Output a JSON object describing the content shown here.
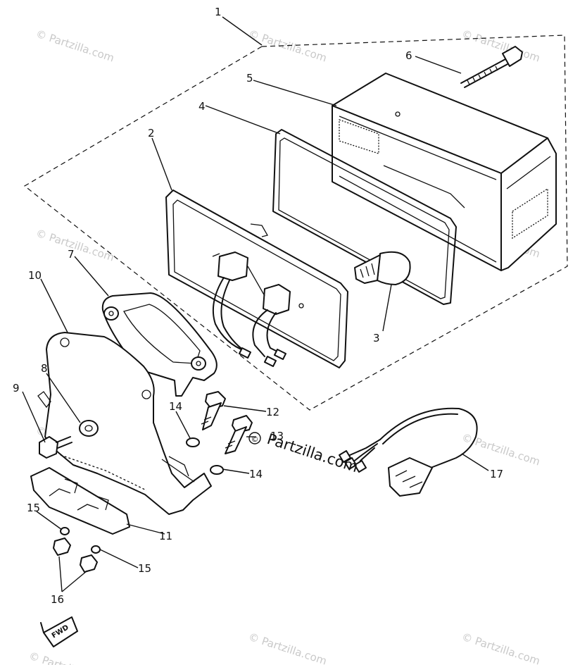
{
  "diagram": {
    "callouts": [
      {
        "id": "1",
        "label": "1"
      },
      {
        "id": "2",
        "label": "2"
      },
      {
        "id": "3",
        "label": "3"
      },
      {
        "id": "4",
        "label": "4"
      },
      {
        "id": "5",
        "label": "5"
      },
      {
        "id": "6",
        "label": "6"
      },
      {
        "id": "7",
        "label": "7"
      },
      {
        "id": "8",
        "label": "8"
      },
      {
        "id": "9",
        "label": "9"
      },
      {
        "id": "10",
        "label": "10"
      },
      {
        "id": "11",
        "label": "11"
      },
      {
        "id": "12",
        "label": "12"
      },
      {
        "id": "13",
        "label": "13"
      },
      {
        "id": "14a",
        "label": "14"
      },
      {
        "id": "14b",
        "label": "14"
      },
      {
        "id": "15a",
        "label": "15"
      },
      {
        "id": "15b",
        "label": "15"
      },
      {
        "id": "16",
        "label": "16"
      },
      {
        "id": "17",
        "label": "17"
      }
    ],
    "fwd_label": "FWD",
    "watermark": "© Partzilla.com",
    "watermark_main": "Partzilla.com"
  }
}
